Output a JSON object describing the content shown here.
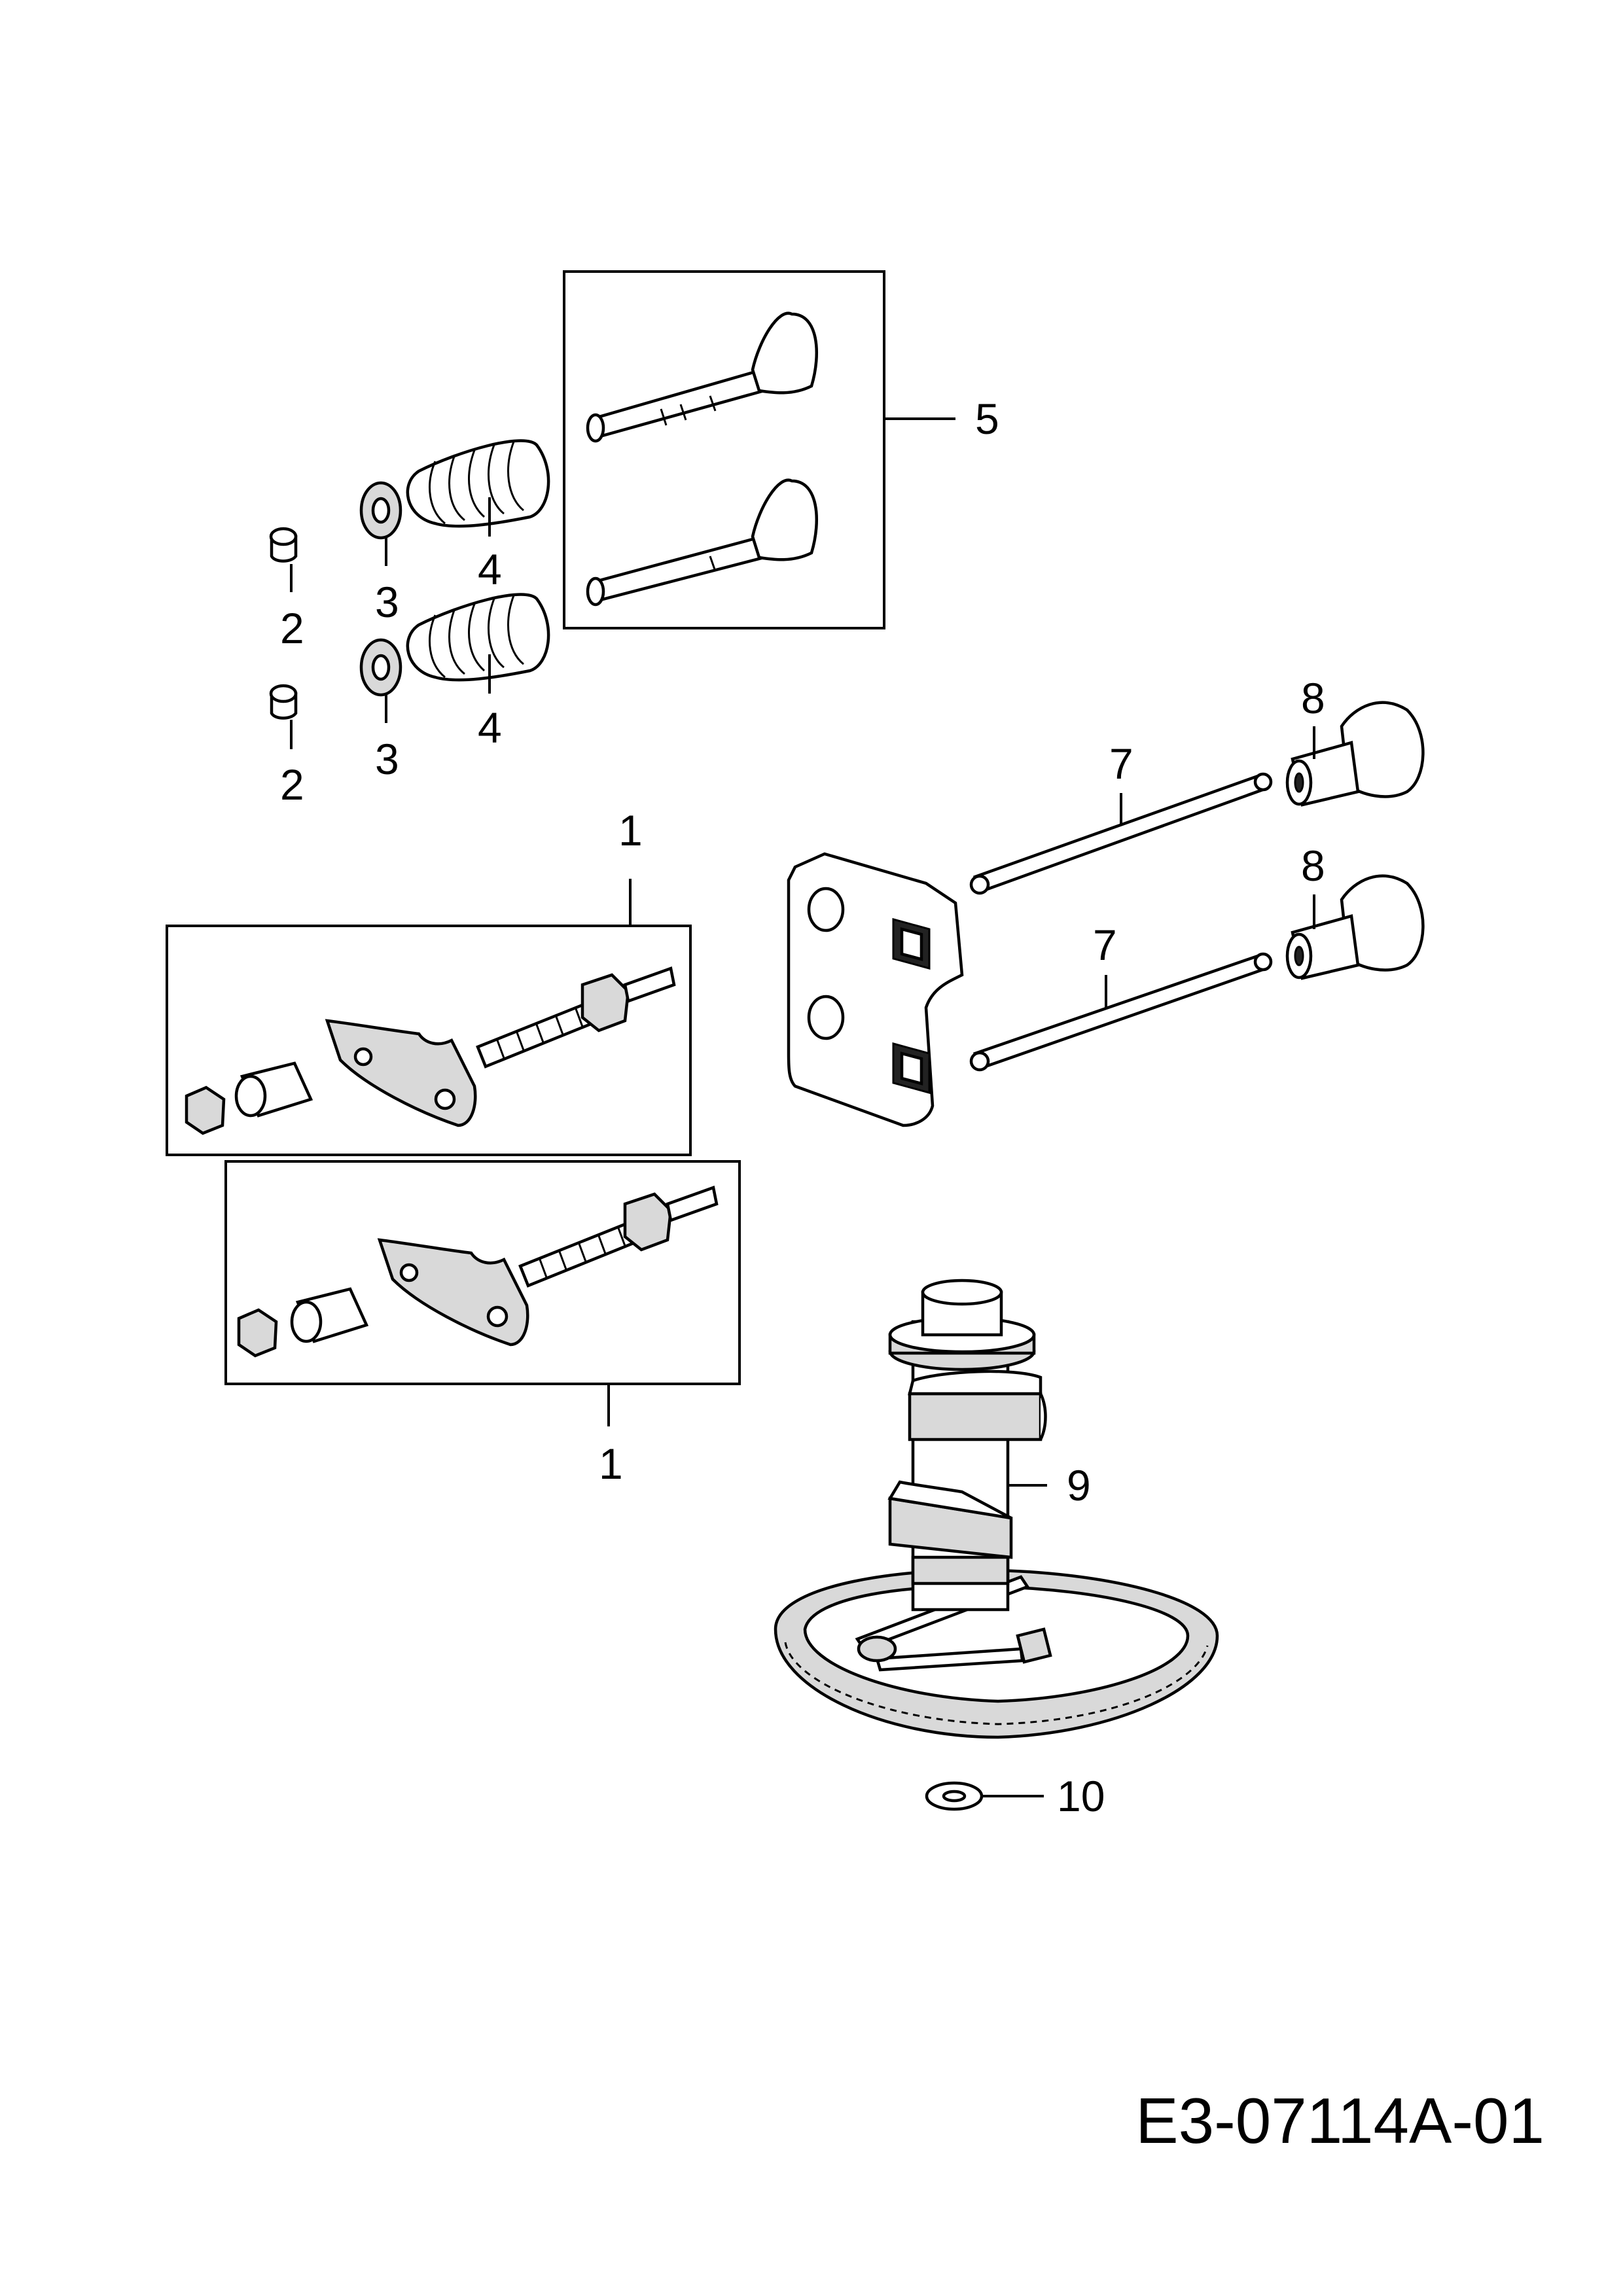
{
  "diagram": {
    "drawing_code": "E3-07114A-01",
    "callouts": {
      "c1_top": "1",
      "c1_bottom": "1",
      "c2_a": "2",
      "c2_b": "2",
      "c3_a": "3",
      "c3_b": "3",
      "c4_a": "4",
      "c4_b": "4",
      "c5": "5",
      "c7_a": "7",
      "c7_b": "7",
      "c8_a": "8",
      "c8_b": "8",
      "c9": "9",
      "c10": "10"
    }
  }
}
